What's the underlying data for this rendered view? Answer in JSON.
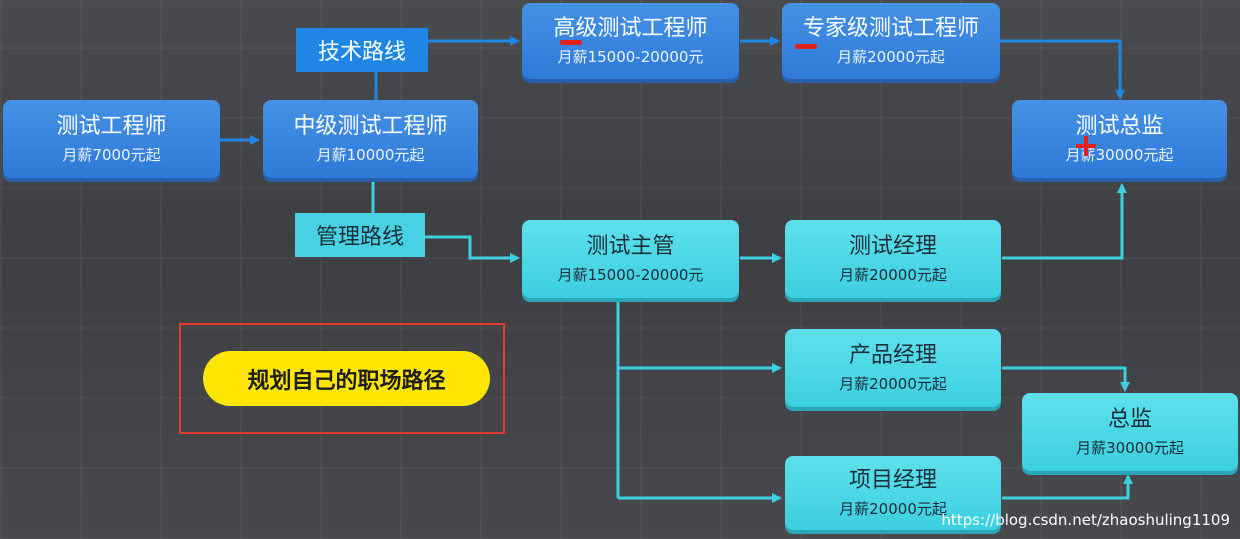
{
  "tags": {
    "tech": "技术路线",
    "mgmt": "管理路线"
  },
  "nodes": {
    "test_engineer": {
      "title": "测试工程师",
      "salary": "月薪7000元起"
    },
    "mid_test_engineer": {
      "title": "中级测试工程师",
      "salary": "月薪10000元起"
    },
    "senior_test_engineer": {
      "title": "高级测试工程师",
      "salary": "月薪15000-20000元"
    },
    "expert_test_engineer": {
      "title": "专家级测试工程师",
      "salary": "月薪20000元起"
    },
    "test_director": {
      "title": "测试总监",
      "salary": "月薪30000元起"
    },
    "test_supervisor": {
      "title": "测试主管",
      "salary": "月薪15000-20000元"
    },
    "test_manager": {
      "title": "测试经理",
      "salary": "月薪20000元起"
    },
    "product_manager": {
      "title": "产品经理",
      "salary": "月薪20000元起"
    },
    "project_manager": {
      "title": "项目经理",
      "salary": "月薪20000元起"
    },
    "director": {
      "title": "总监",
      "salary": "月薪30000元起"
    }
  },
  "callout": "规划自己的职场路径",
  "watermark": "https://blog.csdn.net/zhaoshuling1109",
  "colors": {
    "tech_blue": "#2f7ad8",
    "mgmt_cyan": "#3ccfe0",
    "line_blue": "#1f86e6",
    "line_cyan": "#3fd0e0",
    "annotation_red": "#e0211c",
    "callout_yellow": "#ffe600"
  }
}
